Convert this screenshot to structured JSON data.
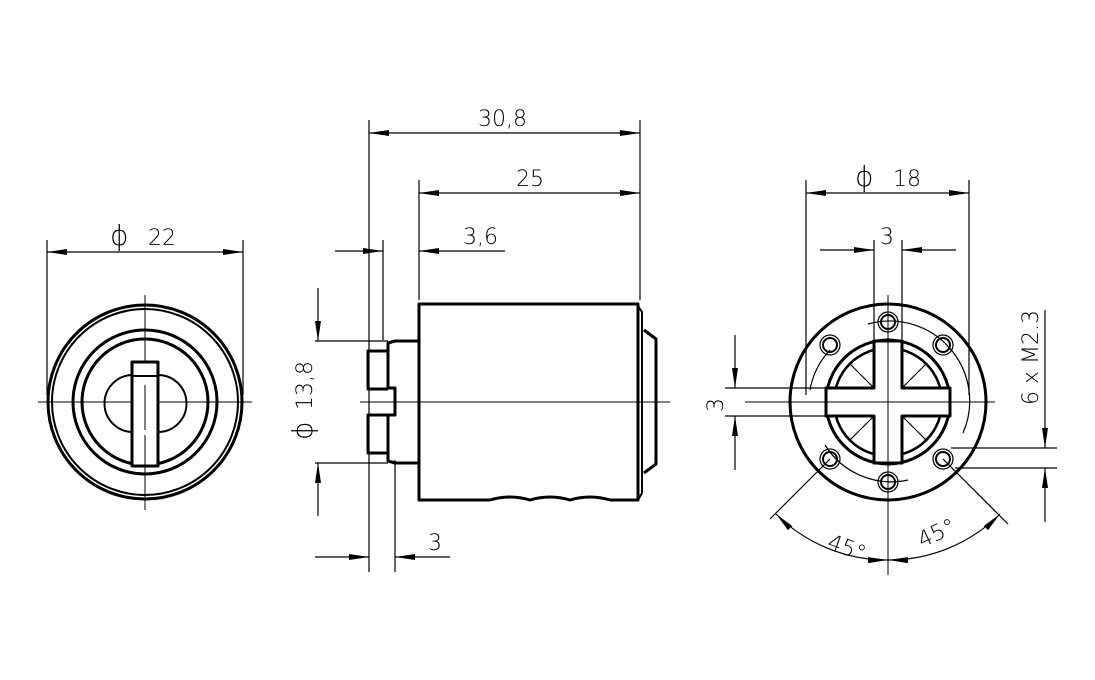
{
  "views": {
    "front": {
      "diameter_label": "22",
      "diameter_symbol": "ϕ"
    },
    "side": {
      "total_length_label": "30,8",
      "body_length_label": "25",
      "flange_label": "3,6",
      "plug_diameter_label": "13,8",
      "plug_diameter_symbol": "ϕ",
      "plug_length_label": "3"
    },
    "rear": {
      "diameter_label": "18",
      "diameter_symbol": "ϕ",
      "slot_width_label": "3",
      "slot_height_label": "3",
      "thread_label": "6 x M2.3",
      "angle_left_label": "45°",
      "angle_right_label": "45°"
    }
  }
}
